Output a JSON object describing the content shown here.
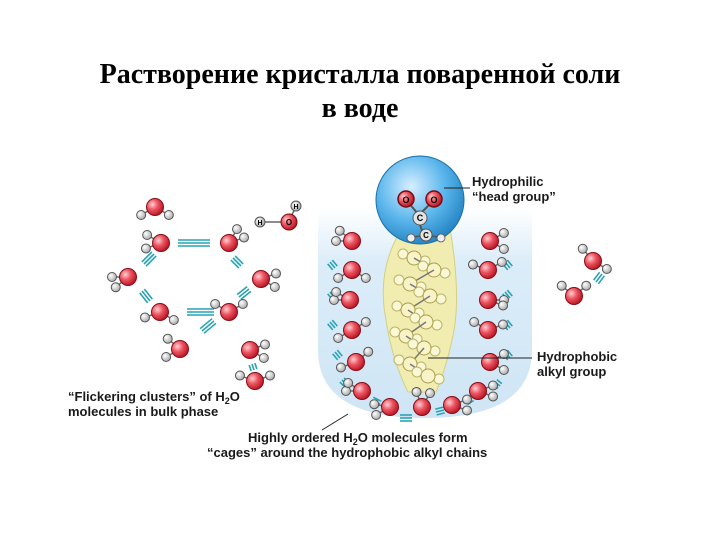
{
  "title": {
    "line1": "Растворение кристалла поваренной соли",
    "line2": "в воде"
  },
  "labels": {
    "hydrophilic_line1": "Hydrophilic",
    "hydrophilic_line2": "“head group”",
    "hydrophobic_line1": "Hydrophobic",
    "hydrophobic_line2": "alkyl group",
    "flickering_line1_a": "“Flickering clusters” of H",
    "flickering_line1_sub": "2",
    "flickering_line1_b": "O",
    "flickering_line2": "molecules in bulk phase",
    "ordered_line1_a": "Highly ordered H",
    "ordered_line1_sub": "2",
    "ordered_line1_b": "O molecules form",
    "ordered_line2": "“cages” around the hydrophobic alkyl chains"
  },
  "atom_labels": {
    "oxygen": "O",
    "hydrogen": "H",
    "carbon": "C"
  },
  "colors": {
    "oxygen": "#e0303c",
    "hydrogen": "#f2f2f2",
    "hbond": "#2aa7b8",
    "cage": "#d9ecf8",
    "chain": "#f3efb0",
    "head": "#57b4ea"
  }
}
